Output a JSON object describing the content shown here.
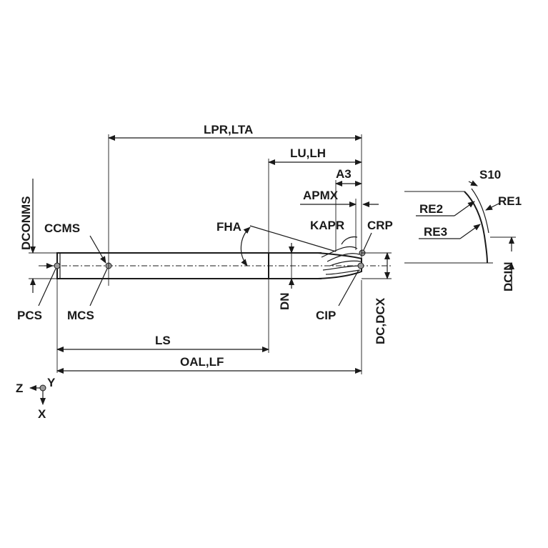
{
  "labels": {
    "lpr_lta": "LPR,LTA",
    "lu_lh": "LU,LH",
    "a3": "A3",
    "apmx": "APMX",
    "kapr": "KAPR",
    "crp": "CRP",
    "fha": "FHA",
    "dconms": "DCONMS",
    "ccms": "CCMS",
    "pcs": "PCS",
    "mcs": "MCS",
    "dn": "DN",
    "cip": "CIP",
    "dc_dcx": "DC,DCX",
    "ls": "LS",
    "oal_lf": "OAL,LF",
    "s10": "S10",
    "re1": "RE1",
    "re2": "RE2",
    "re3": "RE3",
    "dcin": "DCIN"
  },
  "axes": {
    "z": "Z",
    "y": "Y",
    "x": "X"
  }
}
